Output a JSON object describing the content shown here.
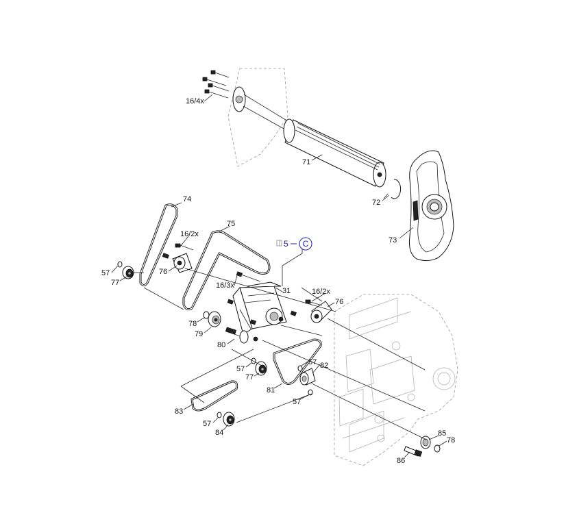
{
  "callouts": {
    "c16_4x": "16/4x",
    "c71": "71",
    "c72": "72",
    "c73": "73",
    "c74": "74",
    "c75": "75",
    "c16_2x_a": "16/2x",
    "c57_a": "57",
    "c77_a": "77",
    "c76_a": "76",
    "c16_3x": "16/3x",
    "c31": "31",
    "c16_2x_b": "16/2x",
    "c76_b": "76",
    "c78_a": "78",
    "c79": "79",
    "c80": "80",
    "c57_b": "57",
    "c82": "82",
    "c57_c": "57",
    "c77_b": "77",
    "c81": "81",
    "c57_d": "57",
    "c83": "83",
    "c57_e": "57",
    "c84": "84",
    "c85": "85",
    "c78_b": "78",
    "c86": "86"
  },
  "reference": {
    "page": "5",
    "letter": "C",
    "icon": "book-icon"
  },
  "colors": {
    "reference": "#1d1db8",
    "lines": "#222222",
    "ghost": "#999999"
  }
}
